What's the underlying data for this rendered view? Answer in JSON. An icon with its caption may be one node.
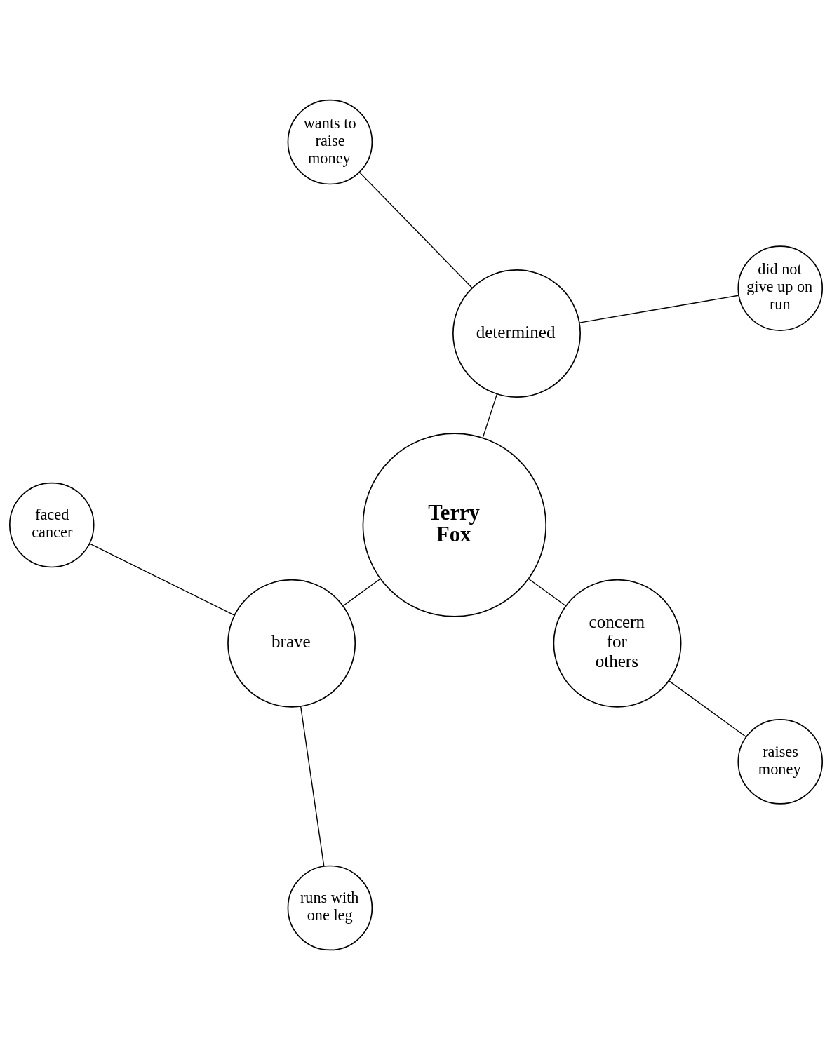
{
  "diagram": {
    "nodes": [
      {
        "text": [
          "did not give up on run"
        ]
      },
      {
        "text": [
          "wants to raise money"
        ]
      },
      {
        "text": [
          "faced cancer"
        ]
      },
      {
        "text": [
          "runs with one leg"
        ]
      },
      {
        "text": [
          "determined"
        ]
      },
      {
        "text": [
          "brave"
        ]
      },
      {
        "text": [
          "Terry Fox"
        ]
      },
      {
        "text": [
          "concern for others"
        ]
      },
      {
        "text": [
          "raises money"
        ]
      }
    ],
    "edges": [
      {
        "from": 6,
        "to": 5,
        "arrow": "none"
      },
      {
        "from": 6,
        "to": 4,
        "arrow": "none"
      },
      {
        "from": 6,
        "to": 7,
        "arrow": "none"
      },
      {
        "from": 5,
        "to": 2,
        "arrow": "none"
      },
      {
        "from": 5,
        "to": 3,
        "arrow": "none"
      },
      {
        "from": 4,
        "to": 0,
        "arrow": "none"
      },
      {
        "from": 4,
        "to": 1,
        "arrow": "none"
      },
      {
        "from": 7,
        "to": 8,
        "arrow": "none"
      }
    ]
  }
}
